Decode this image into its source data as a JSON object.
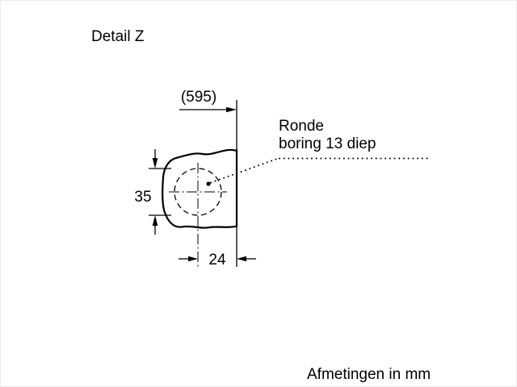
{
  "page": {
    "title": "Detail Z",
    "footer": "Afmetingen in mm"
  },
  "dimensions": {
    "width_ref": "(595)",
    "bore_diameter": "35",
    "bore_offset": "24"
  },
  "callout": {
    "line1": "Ronde",
    "line2": "boring 13 diep"
  },
  "colors": {
    "line": "#000000",
    "background": "#ffffff"
  }
}
